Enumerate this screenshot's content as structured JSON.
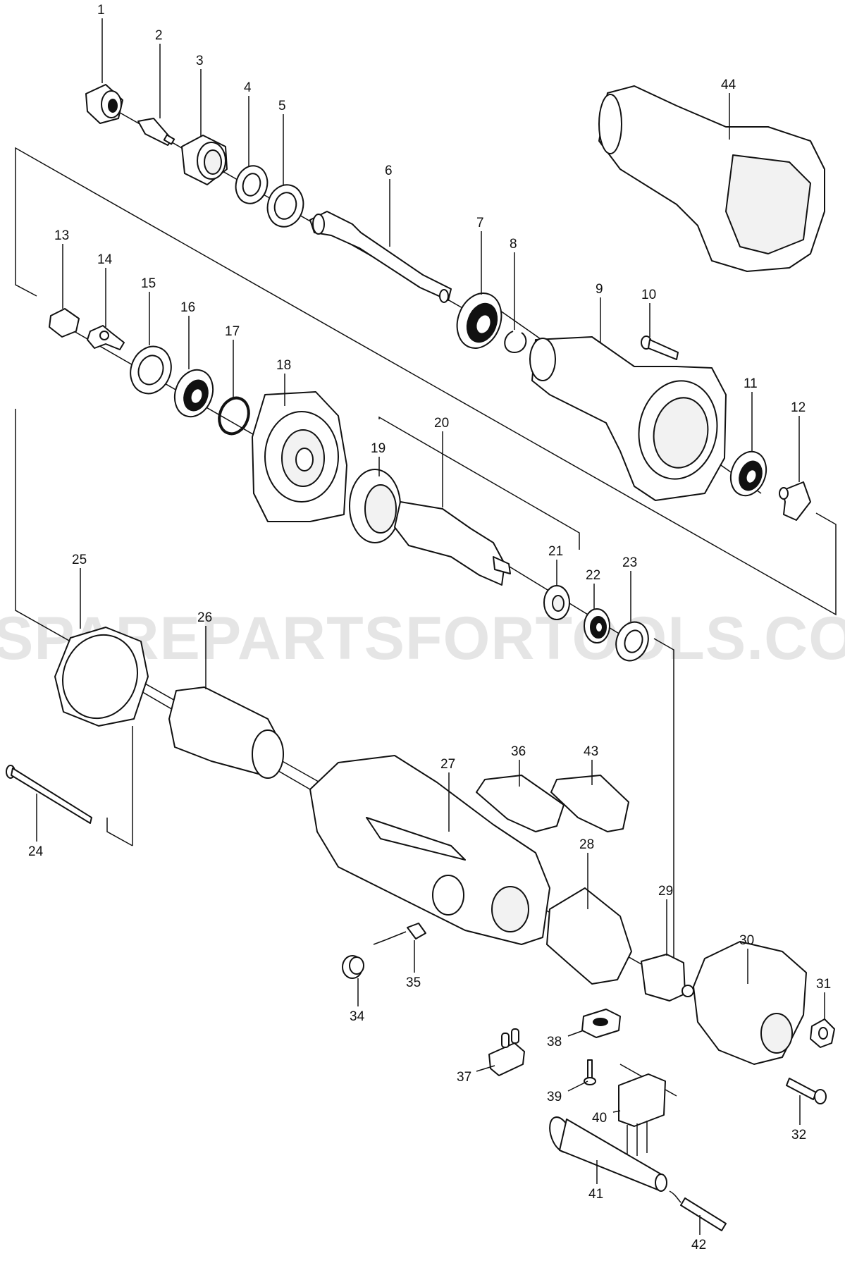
{
  "watermark": "SPAREPARTSFORTOOLS.COM.AU",
  "parts": [
    {
      "id": "1",
      "label": "1"
    },
    {
      "id": "2",
      "label": "2"
    },
    {
      "id": "3",
      "label": "3"
    },
    {
      "id": "4",
      "label": "4"
    },
    {
      "id": "5",
      "label": "5"
    },
    {
      "id": "6",
      "label": "6"
    },
    {
      "id": "7",
      "label": "7"
    },
    {
      "id": "8",
      "label": "8"
    },
    {
      "id": "9",
      "label": "9"
    },
    {
      "id": "10",
      "label": "10"
    },
    {
      "id": "11",
      "label": "11"
    },
    {
      "id": "12",
      "label": "12"
    },
    {
      "id": "13",
      "label": "13"
    },
    {
      "id": "14",
      "label": "14"
    },
    {
      "id": "15",
      "label": "15"
    },
    {
      "id": "16",
      "label": "16"
    },
    {
      "id": "17",
      "label": "17"
    },
    {
      "id": "18",
      "label": "18"
    },
    {
      "id": "19",
      "label": "19"
    },
    {
      "id": "20",
      "label": "20"
    },
    {
      "id": "21",
      "label": "21"
    },
    {
      "id": "22",
      "label": "22"
    },
    {
      "id": "23",
      "label": "23"
    },
    {
      "id": "24",
      "label": "24"
    },
    {
      "id": "25",
      "label": "25"
    },
    {
      "id": "26",
      "label": "26"
    },
    {
      "id": "27",
      "label": "27"
    },
    {
      "id": "28",
      "label": "28"
    },
    {
      "id": "29",
      "label": "29"
    },
    {
      "id": "30",
      "label": "30"
    },
    {
      "id": "31",
      "label": "31"
    },
    {
      "id": "32",
      "label": "32"
    },
    {
      "id": "34",
      "label": "34"
    },
    {
      "id": "35",
      "label": "35"
    },
    {
      "id": "36",
      "label": "36"
    },
    {
      "id": "37",
      "label": "37"
    },
    {
      "id": "38",
      "label": "38"
    },
    {
      "id": "39",
      "label": "39"
    },
    {
      "id": "40",
      "label": "40"
    },
    {
      "id": "41",
      "label": "41"
    },
    {
      "id": "42",
      "label": "42"
    },
    {
      "id": "43",
      "label": "43"
    },
    {
      "id": "44",
      "label": "44"
    }
  ]
}
